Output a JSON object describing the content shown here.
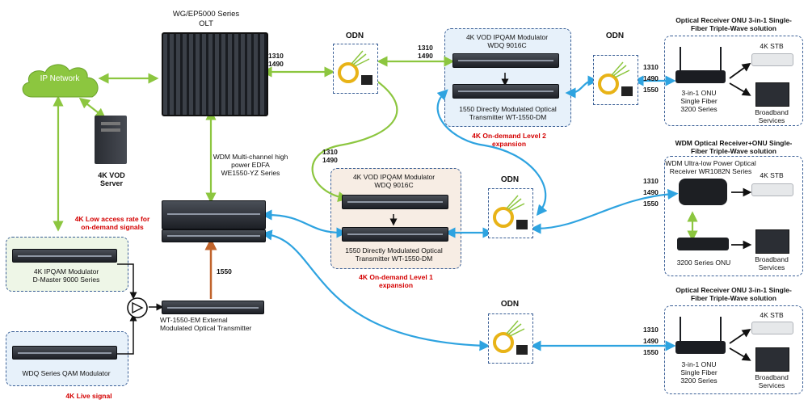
{
  "colors": {
    "green": "#8cc63f",
    "blue": "#2ea3e0",
    "orange": "#c0632b",
    "dashed": "#3a5f96",
    "red": "#d40000"
  },
  "icons": [
    "cloud-icon",
    "server-icon",
    "olt-chassis-icon",
    "splitter-icon",
    "modulator-icon",
    "transmitter-icon",
    "edfa-icon",
    "router-icon",
    "stb-icon",
    "pc-icon",
    "receiver-icon",
    "onu-icon",
    "coupler-icon"
  ],
  "cloud": {
    "label": "IP Network"
  },
  "server": {
    "label": "4K VOD\nServer"
  },
  "olt": {
    "label": "WG/EP5000 Series\nOLT"
  },
  "edfa": {
    "label": "WDM Multi-channel high\npower EDFA\nWE1550-YZ Series"
  },
  "wl": {
    "a": "1310\n1490",
    "b": "1310\n1490",
    "c": "1310\n1490",
    "d": "1310\n1490\n1550",
    "e": "1310\n1490\n1550",
    "f": "1310\n1490\n1550",
    "g": "1550"
  },
  "odn": {
    "label": "ODN"
  },
  "exp2": {
    "mod": "4K VOD IPQAM Modulator\nWDQ 9016C",
    "tx": "1550 Directly Modulated Optical\nTransmitter WT-1550-DM",
    "note": "4K On-demand  Level 2\nexpansion"
  },
  "exp1": {
    "mod": "4K VOD IPQAM Modulator\nWDQ 9016C",
    "tx": "1550 Directly Modulated Optical\nTransmitter WT-1550-DM",
    "note": "4K On-demand  Level 1\nexpansion"
  },
  "lowrate": "4K Low access rate for\non-demand signals",
  "ipqam": {
    "label": "4K IPQAM Modulator\nD-Master 9000 Series"
  },
  "qam": {
    "label": "WDQ Series QAM Modulator"
  },
  "live": "4K Live signal",
  "emtx": {
    "label": "WT-1550-EM External\nModulated Optical Transmitter"
  },
  "cust1": {
    "title": "Optical Receiver ONU 3-in-1 Single-\nFiber Triple-Wave solution",
    "onu": "3-in-1 ONU\nSingle Fiber\n3200 Series",
    "stb": "4K STB",
    "bb": "Broadband\nServices"
  },
  "cust2": {
    "title": "WDM Optical Receiver+ONU Single-\nFiber Triple-Wave solution",
    "recv": "WDM Ultra-low Power Optical\nReceiver WR1082N Series",
    "onu": "3200 Series ONU",
    "stb": "4K STB",
    "bb": "Broadband\nServices"
  },
  "cust3": {
    "title": "Optical Receiver ONU 3-in-1 Single-\nFiber Triple-Wave solution",
    "onu": "3-in-1 ONU\nSingle Fiber\n3200 Series",
    "stb": "4K STB",
    "bb": "Broadband\nServices"
  }
}
